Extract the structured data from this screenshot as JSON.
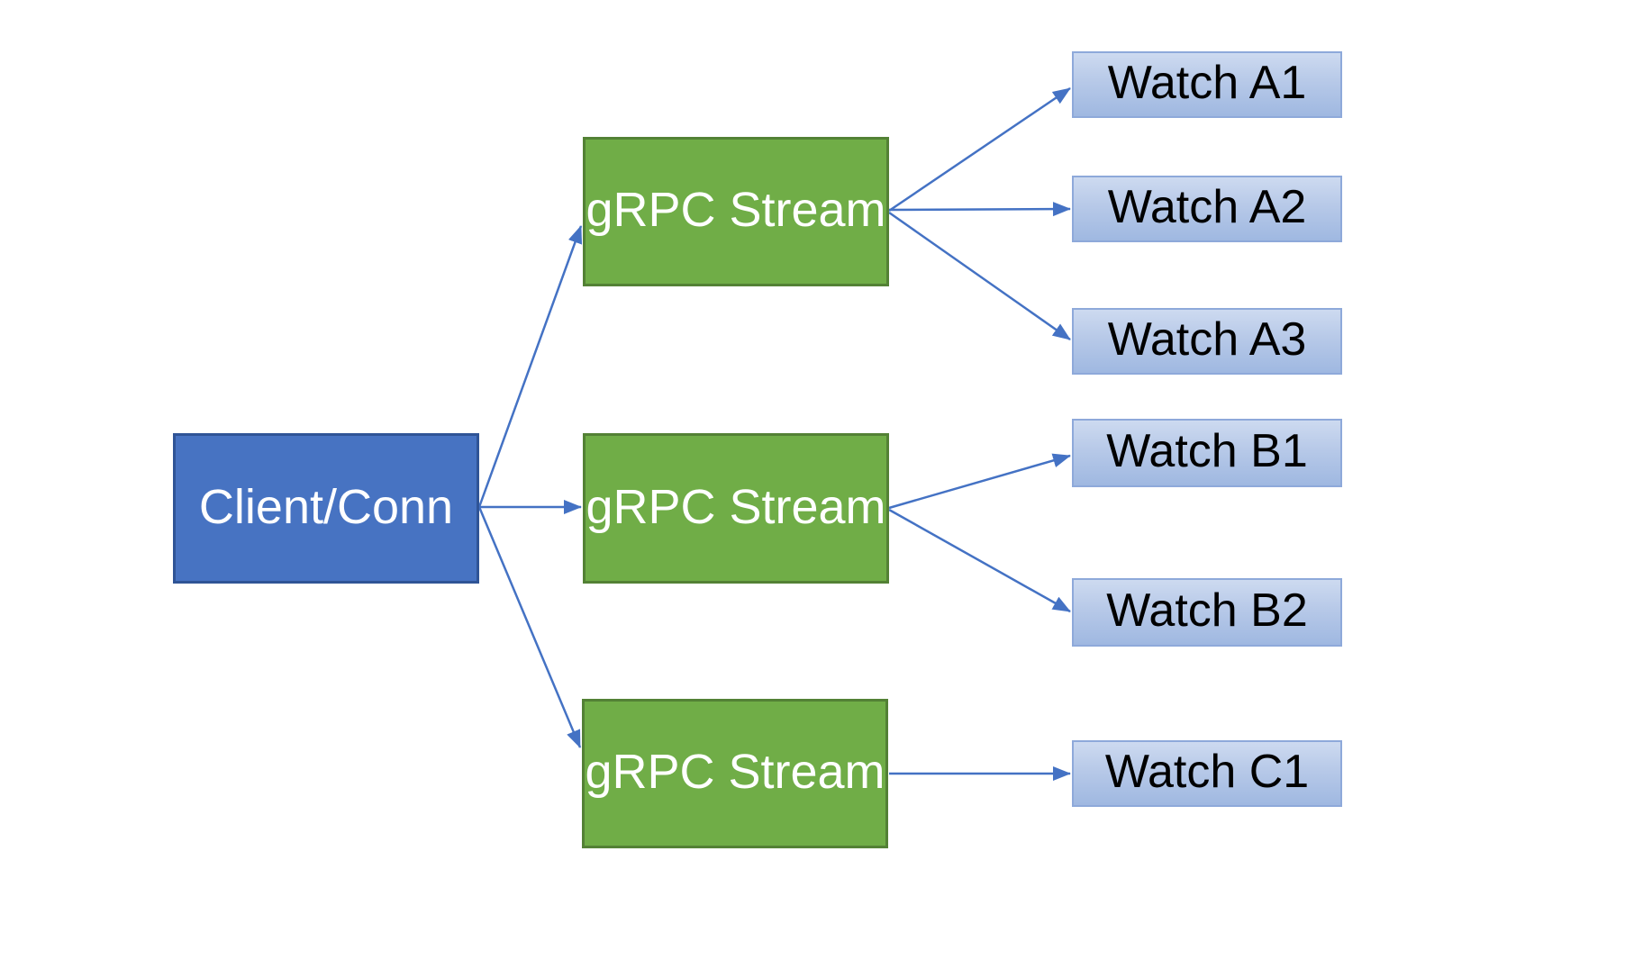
{
  "diagram": {
    "type": "flow-diagram",
    "nodes": {
      "client": {
        "label": "Client/Conn",
        "role": "client-connection"
      },
      "stream1": {
        "label": "gRPC Stream",
        "role": "stream"
      },
      "stream2": {
        "label": "gRPC Stream",
        "role": "stream"
      },
      "stream3": {
        "label": "gRPC Stream",
        "role": "stream"
      },
      "watchA1": {
        "label": "Watch A1",
        "role": "watch"
      },
      "watchA2": {
        "label": "Watch A2",
        "role": "watch"
      },
      "watchA3": {
        "label": "Watch A3",
        "role": "watch"
      },
      "watchB1": {
        "label": "Watch B1",
        "role": "watch"
      },
      "watchB2": {
        "label": "Watch B2",
        "role": "watch"
      },
      "watchC1": {
        "label": "Watch C1",
        "role": "watch"
      }
    },
    "edges": [
      {
        "from": "client",
        "to": "stream1"
      },
      {
        "from": "client",
        "to": "stream2"
      },
      {
        "from": "client",
        "to": "stream3"
      },
      {
        "from": "stream1",
        "to": "watchA1"
      },
      {
        "from": "stream1",
        "to": "watchA2"
      },
      {
        "from": "stream1",
        "to": "watchA3"
      },
      {
        "from": "stream2",
        "to": "watchB1"
      },
      {
        "from": "stream2",
        "to": "watchB2"
      },
      {
        "from": "stream3",
        "to": "watchC1"
      }
    ],
    "colors": {
      "client_fill": "#4773C2",
      "client_border": "#2F5496",
      "stream_fill": "#70AD47",
      "stream_border": "#538135",
      "watch_fill_top": "#CDDAF0",
      "watch_fill_bottom": "#9FB8E1",
      "watch_border": "#8EA9DA",
      "arrow": "#4472C4",
      "light_text": "#FFFFFF",
      "watch_text": "#000000",
      "background": "#FFFFFF"
    }
  }
}
